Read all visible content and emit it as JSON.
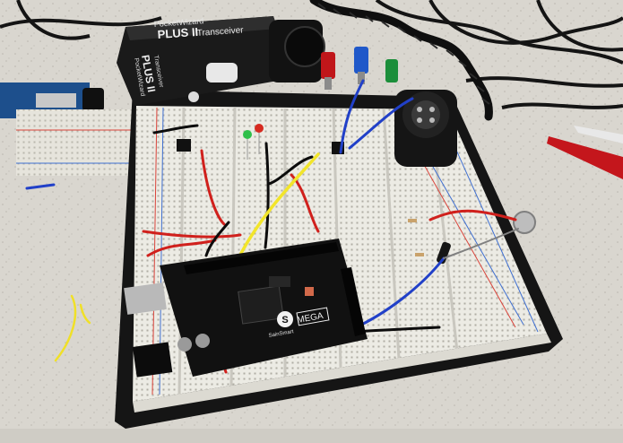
{
  "transceiver": {
    "brand": "PocketWizard",
    "model": "PLUS II",
    "label": "Transceiver"
  },
  "arduino_board": {
    "brand": "SainSmart",
    "model": "MEGA",
    "logo_letter": "S"
  },
  "colors": {
    "tabletop": "#d9d6cf",
    "breadboard": "#ecebe4",
    "breadboard_base": "#151515",
    "arduino": "#111111",
    "wire_red": "#d0201c",
    "wire_yellow": "#f2e52a",
    "wire_blue": "#2140c8",
    "wire_black": "#0c0c0c",
    "rail_red": "#d9433a",
    "rail_blue": "#3f6fd0"
  }
}
